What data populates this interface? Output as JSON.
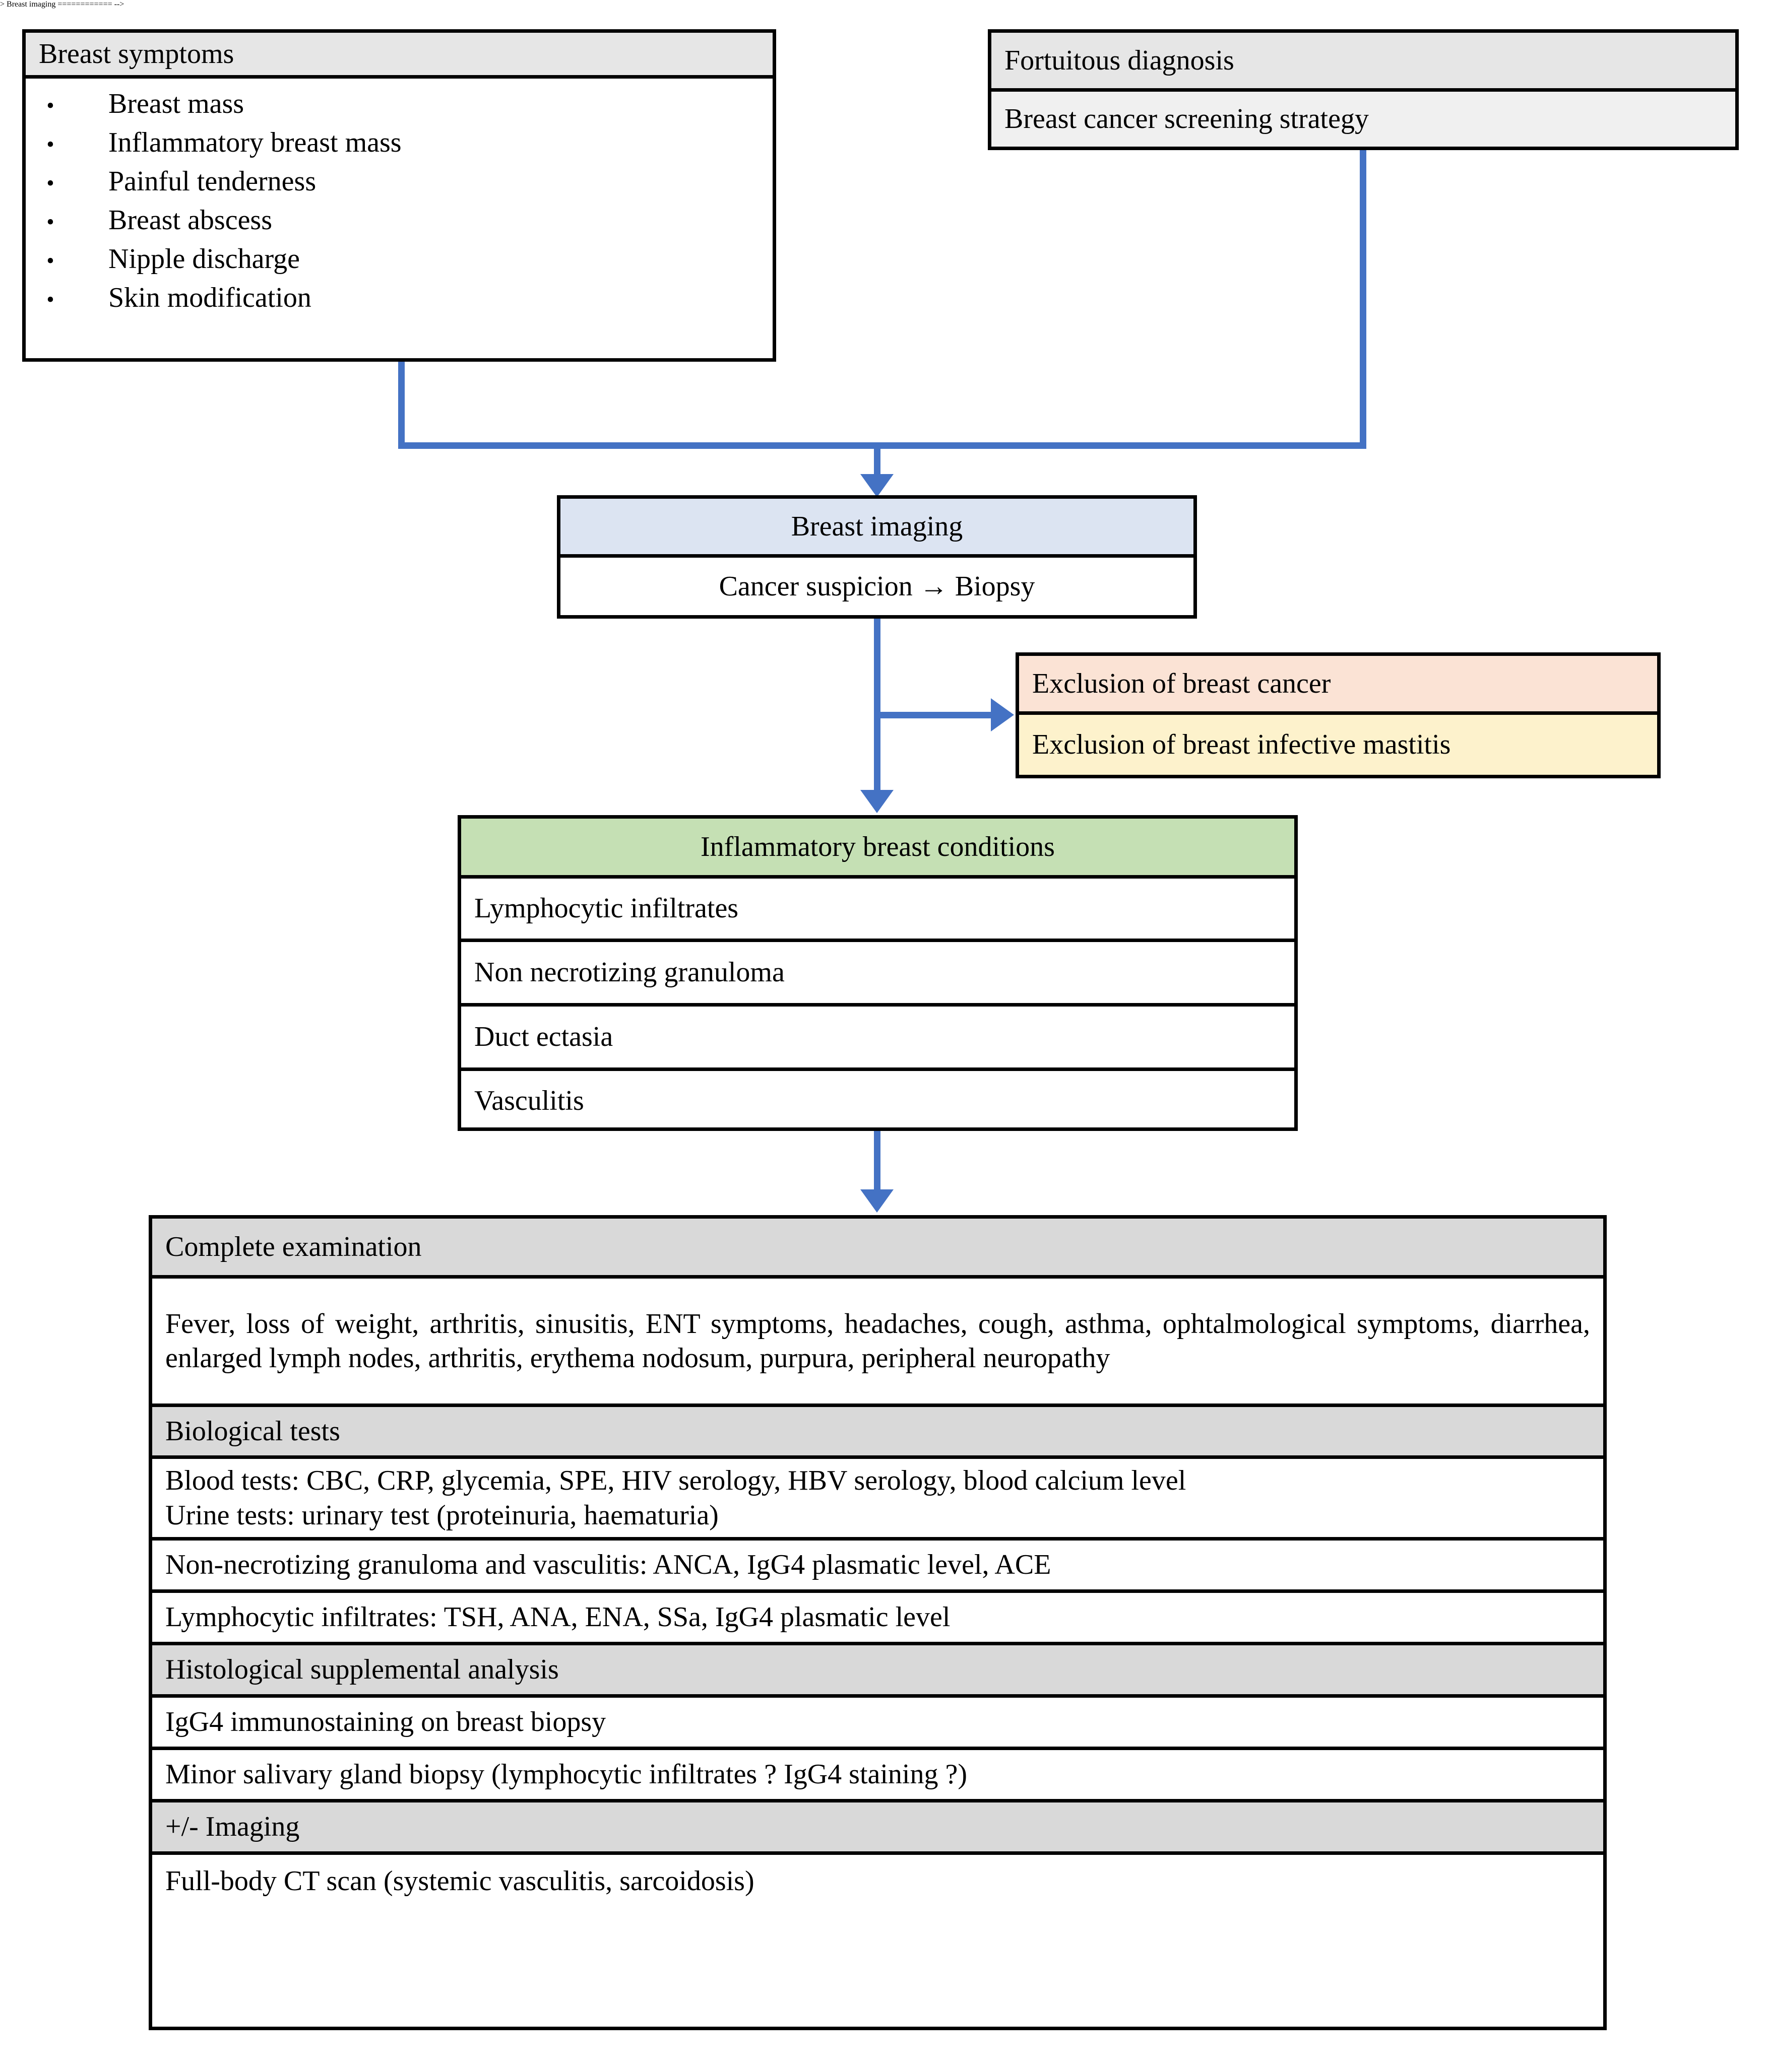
{
  "accent_color": "#4472C4",
  "colors": {
    "header_grey": "#E6E6E6",
    "header_grey_dark": "#D9D9D9",
    "imaging_blue": "#DCE4F2",
    "conditions_green": "#C5E0B4",
    "exclusion_pink": "#FBE3D5",
    "exclusion_yellow": "#FDF2CC",
    "border_black": "#000000"
  },
  "breast_symptoms": {
    "title": "Breast symptoms",
    "items": [
      "Breast mass",
      "Inflammatory breast mass",
      "Painful tenderness",
      "Breast abscess",
      "Nipple discharge",
      "Skin modification"
    ]
  },
  "fortuitous_diagnosis": {
    "title": "Fortuitous diagnosis",
    "body": "Breast cancer screening strategy"
  },
  "breast_imaging": {
    "title": "Breast imaging",
    "body": "Cancer suspicion → Biopsy"
  },
  "exclusions": {
    "cancer": "Exclusion of breast cancer",
    "mastitis": "Exclusion of breast infective mastitis"
  },
  "inflammatory_conditions": {
    "title": "Inflammatory breast conditions",
    "items": [
      "Lymphocytic infiltrates",
      "Non necrotizing granuloma",
      "Duct ectasia",
      "Vasculitis"
    ]
  },
  "complete_examination": {
    "title": "Complete examination",
    "symptoms_text": "Fever, loss of weight, arthritis, sinusitis, ENT symptoms, headaches, cough, asthma, ophtalmological symptoms, diarrhea, enlarged lymph nodes, arthritis, erythema nodosum, purpura, peripheral neuropathy",
    "biological_tests_header": "Biological tests",
    "blood_tests_line": "Blood tests: CBC, CRP, glycemia, SPE, HIV serology, HBV serology, blood calcium level",
    "urine_tests_line": "Urine tests: urinary test (proteinuria, haematuria)",
    "granuloma_vasculitis_line": "Non-necrotizing granuloma and vasculitis: ANCA, IgG4 plasmatic level, ACE",
    "lymphocytic_line": "Lymphocytic infiltrates: TSH, ANA, ENA, SSa, IgG4 plasmatic level",
    "histological_header": "Histological supplemental analysis",
    "igg4_line": "IgG4 immunostaining on breast biopsy",
    "salivary_line": "Minor salivary gland biopsy (lymphocytic infiltrates ? IgG4 staining ?)",
    "imaging_header": "+/- Imaging",
    "ct_line": "Full-body CT scan (systemic vasculitis, sarcoidosis)"
  }
}
